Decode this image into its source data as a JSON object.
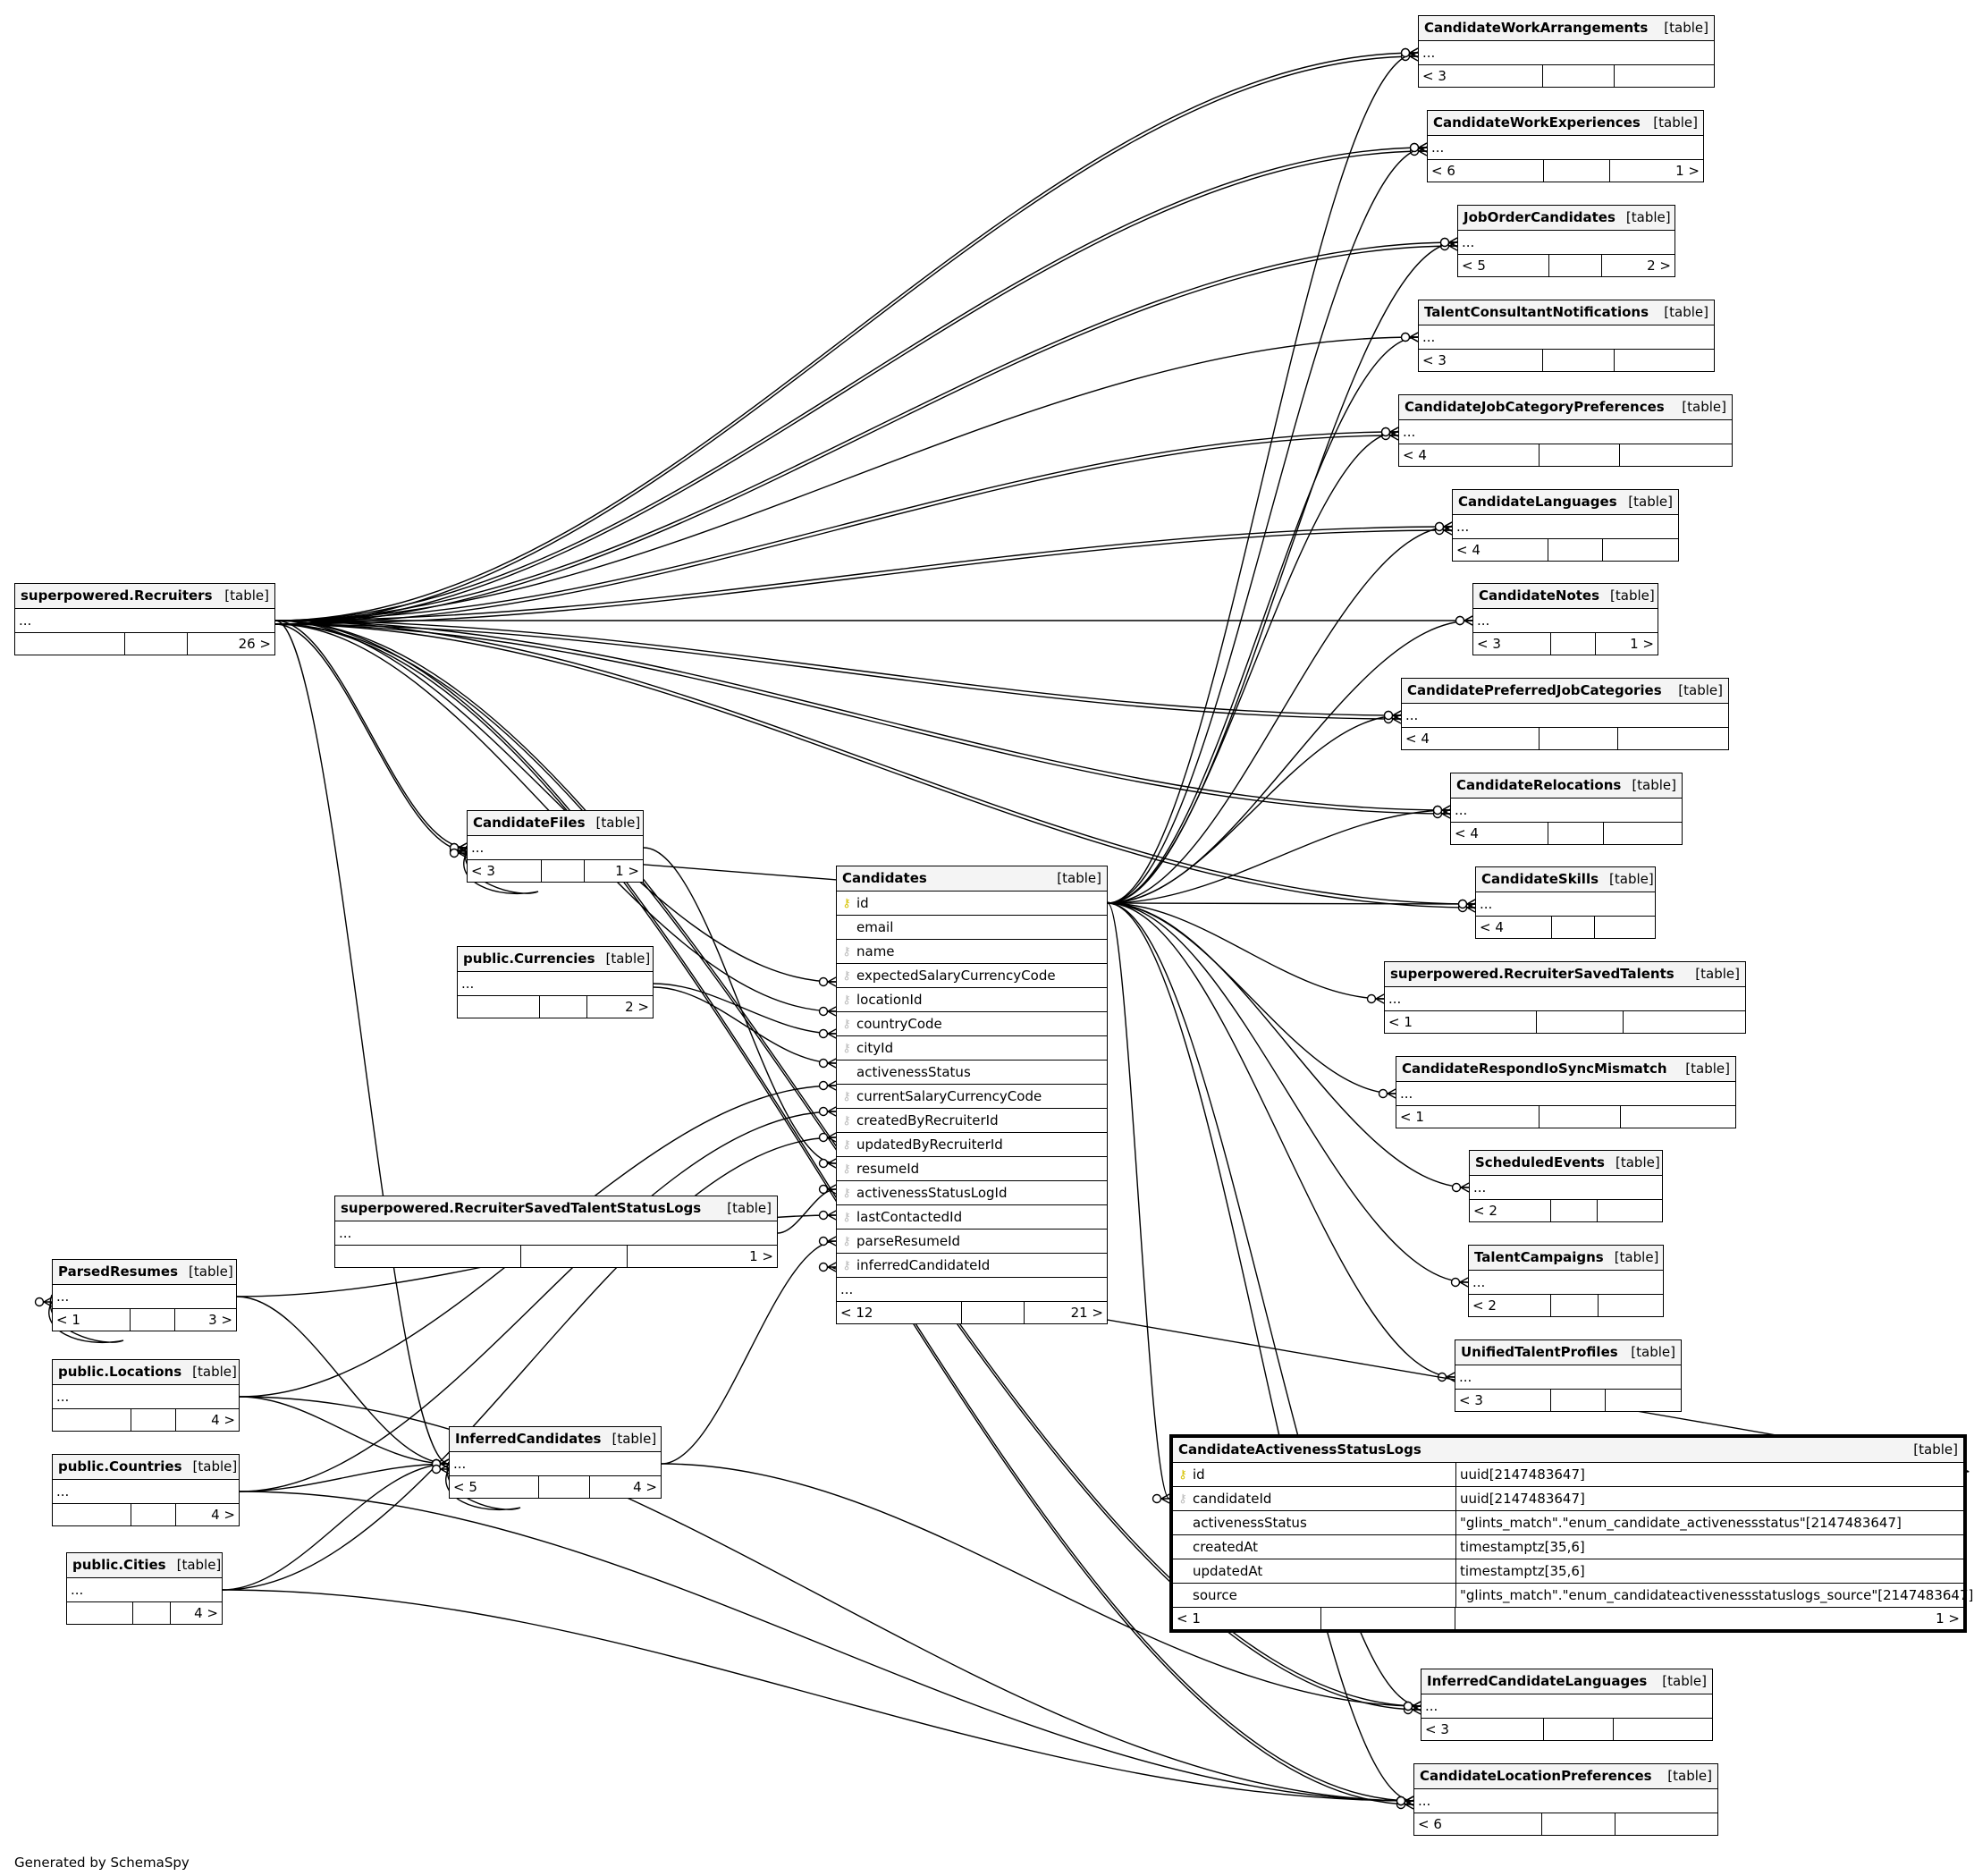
{
  "footer": "Generated by SchemaSpy",
  "tag": "[table]",
  "ellipsis": "...",
  "candidates": {
    "name": "Candidates",
    "tag": "[table]",
    "columns": [
      {
        "name": "id",
        "key": "pk"
      },
      {
        "name": "email",
        "key": ""
      },
      {
        "name": "name",
        "key": "fk"
      },
      {
        "name": "expectedSalaryCurrencyCode",
        "key": "fk"
      },
      {
        "name": "locationId",
        "key": "fk"
      },
      {
        "name": "countryCode",
        "key": "fk"
      },
      {
        "name": "cityId",
        "key": "fk"
      },
      {
        "name": "activenessStatus",
        "key": ""
      },
      {
        "name": "currentSalaryCurrencyCode",
        "key": "fk"
      },
      {
        "name": "createdByRecruiterId",
        "key": "fk"
      },
      {
        "name": "updatedByRecruiterId",
        "key": "fk"
      },
      {
        "name": "resumeId",
        "key": "fk"
      },
      {
        "name": "activenessStatusLogId",
        "key": "fk"
      },
      {
        "name": "lastContactedId",
        "key": "fk"
      },
      {
        "name": "parseResumeId",
        "key": "fk"
      },
      {
        "name": "inferredCandidateId",
        "key": "fk"
      }
    ],
    "more": "...",
    "foot_left": "< 12",
    "foot_right": "21 >"
  },
  "activeness_logs": {
    "name": "CandidateActivenessStatusLogs",
    "tag": "[table]",
    "columns": [
      {
        "name": "id",
        "key": "pk",
        "type": "uuid[2147483647]"
      },
      {
        "name": "candidateId",
        "key": "fk",
        "type": "uuid[2147483647]"
      },
      {
        "name": "activenessStatus",
        "key": "",
        "type": "\"glints_match\".\"enum_candidate_activenessstatus\"[2147483647]"
      },
      {
        "name": "createdAt",
        "key": "",
        "type": "timestamptz[35,6]"
      },
      {
        "name": "updatedAt",
        "key": "",
        "type": "timestamptz[35,6]"
      },
      {
        "name": "source",
        "key": "",
        "type": "\"glints_match\".\"enum_candidateactivenessstatuslogs_source\"[2147483647]"
      }
    ],
    "foot_left": "< 1",
    "foot_right": "1 >"
  },
  "tables": [
    {
      "id": "recruiters",
      "name": "superpowered.Recruiters",
      "foot_left": "",
      "foot_right": "26 >"
    },
    {
      "id": "files",
      "name": "CandidateFiles",
      "foot_left": "< 3",
      "foot_right": "1 >"
    },
    {
      "id": "currencies",
      "name": "public.Currencies",
      "foot_left": "",
      "foot_right": "2 >"
    },
    {
      "id": "statuslogs",
      "name": "superpowered.RecruiterSavedTalentStatusLogs",
      "foot_left": "",
      "foot_right": "1 >"
    },
    {
      "id": "parsed",
      "name": "ParsedResumes",
      "foot_left": "< 1",
      "foot_right": "3 >"
    },
    {
      "id": "locations",
      "name": "public.Locations",
      "foot_left": "",
      "foot_right": "4 >"
    },
    {
      "id": "countries",
      "name": "public.Countries",
      "foot_left": "",
      "foot_right": "4 >"
    },
    {
      "id": "cities",
      "name": "public.Cities",
      "foot_left": "",
      "foot_right": "4 >"
    },
    {
      "id": "inferred",
      "name": "InferredCandidates",
      "foot_left": "< 5",
      "foot_right": "4 >"
    },
    {
      "id": "workarr",
      "name": "CandidateWorkArrangements",
      "foot_left": "< 3",
      "foot_right": ""
    },
    {
      "id": "workexp",
      "name": "CandidateWorkExperiences",
      "foot_left": "< 6",
      "foot_right": "1 >"
    },
    {
      "id": "joborder",
      "name": "JobOrderCandidates",
      "foot_left": "< 5",
      "foot_right": "2 >"
    },
    {
      "id": "talentnotif",
      "name": "TalentConsultantNotifications",
      "foot_left": "< 3",
      "foot_right": ""
    },
    {
      "id": "jobcatpref",
      "name": "CandidateJobCategoryPreferences",
      "foot_left": "< 4",
      "foot_right": ""
    },
    {
      "id": "languages",
      "name": "CandidateLanguages",
      "foot_left": "< 4",
      "foot_right": ""
    },
    {
      "id": "notes",
      "name": "CandidateNotes",
      "foot_left": "< 3",
      "foot_right": "1 >"
    },
    {
      "id": "prefjobcat",
      "name": "CandidatePreferredJobCategories",
      "foot_left": "< 4",
      "foot_right": ""
    },
    {
      "id": "relocations",
      "name": "CandidateRelocations",
      "foot_left": "< 4",
      "foot_right": ""
    },
    {
      "id": "skills",
      "name": "CandidateSkills",
      "foot_left": "< 4",
      "foot_right": ""
    },
    {
      "id": "savedtalents",
      "name": "superpowered.RecruiterSavedTalents",
      "foot_left": "< 1",
      "foot_right": ""
    },
    {
      "id": "respondio",
      "name": "CandidateRespondIoSyncMismatch",
      "foot_left": "< 1",
      "foot_right": ""
    },
    {
      "id": "events",
      "name": "ScheduledEvents",
      "foot_left": "< 2",
      "foot_right": ""
    },
    {
      "id": "campaigns",
      "name": "TalentCampaigns",
      "foot_left": "< 2",
      "foot_right": ""
    },
    {
      "id": "unified",
      "name": "UnifiedTalentProfiles",
      "foot_left": "< 3",
      "foot_right": ""
    },
    {
      "id": "inflang",
      "name": "InferredCandidateLanguages",
      "foot_left": "< 3",
      "foot_right": ""
    },
    {
      "id": "locpref",
      "name": "CandidateLocationPreferences",
      "foot_left": "< 6",
      "foot_right": ""
    }
  ],
  "relationships": [
    {
      "from": "recruiters",
      "to": "workarr",
      "count": 2
    },
    {
      "from": "recruiters",
      "to": "workexp",
      "count": 2
    },
    {
      "from": "recruiters",
      "to": "joborder",
      "count": 2
    },
    {
      "from": "recruiters",
      "to": "talentnotif",
      "count": 1
    },
    {
      "from": "recruiters",
      "to": "jobcatpref",
      "count": 2
    },
    {
      "from": "recruiters",
      "to": "languages",
      "count": 2
    },
    {
      "from": "recruiters",
      "to": "notes",
      "count": 1
    },
    {
      "from": "recruiters",
      "to": "prefjobcat",
      "count": 2
    },
    {
      "from": "recruiters",
      "to": "relocations",
      "count": 2
    },
    {
      "from": "recruiters",
      "to": "skills",
      "count": 2
    },
    {
      "from": "recruiters",
      "to": "files",
      "count": 2
    },
    {
      "from": "recruiters",
      "to": "candidates",
      "count": 2
    },
    {
      "from": "recruiters",
      "to": "inflang",
      "count": 2
    },
    {
      "from": "recruiters",
      "to": "locpref",
      "count": 2
    },
    {
      "from": "recruiters",
      "to": "inferred",
      "count": 1
    },
    {
      "from": "candidates",
      "to": "workarr",
      "count": 1
    },
    {
      "from": "candidates",
      "to": "workexp",
      "count": 1
    },
    {
      "from": "candidates",
      "to": "joborder",
      "count": 1
    },
    {
      "from": "candidates",
      "to": "talentnotif",
      "count": 1
    },
    {
      "from": "candidates",
      "to": "jobcatpref",
      "count": 1
    },
    {
      "from": "candidates",
      "to": "languages",
      "count": 1
    },
    {
      "from": "candidates",
      "to": "notes",
      "count": 1
    },
    {
      "from": "candidates",
      "to": "prefjobcat",
      "count": 1
    },
    {
      "from": "candidates",
      "to": "relocations",
      "count": 1
    },
    {
      "from": "candidates",
      "to": "skills",
      "count": 1
    },
    {
      "from": "candidates",
      "to": "savedtalents",
      "count": 1
    },
    {
      "from": "candidates",
      "to": "respondio",
      "count": 1
    },
    {
      "from": "candidates",
      "to": "events",
      "count": 1
    },
    {
      "from": "candidates",
      "to": "campaigns",
      "count": 1
    },
    {
      "from": "candidates",
      "to": "unified",
      "count": 1
    },
    {
      "from": "candidates",
      "to": "activeness_logs",
      "count": 1
    },
    {
      "from": "candidates",
      "to": "inflang",
      "count": 1
    },
    {
      "from": "candidates",
      "to": "locpref",
      "count": 1
    },
    {
      "from": "candidates",
      "to": "files",
      "count": 1
    },
    {
      "from": "currencies",
      "to": "candidates",
      "count": 2
    },
    {
      "from": "locations",
      "to": "candidates",
      "count": 1
    },
    {
      "from": "countries",
      "to": "candidates",
      "count": 1
    },
    {
      "from": "cities",
      "to": "candidates",
      "count": 1
    },
    {
      "from": "files",
      "to": "candidates",
      "count": 1
    },
    {
      "from": "statuslogs",
      "to": "candidates",
      "count": 1
    },
    {
      "from": "parsed",
      "to": "candidates",
      "count": 1
    },
    {
      "from": "inferred",
      "to": "candidates",
      "count": 1
    },
    {
      "from": "activeness_logs",
      "to": "candidates",
      "count": 1
    },
    {
      "from": "locations",
      "to": "inferred",
      "count": 1
    },
    {
      "from": "countries",
      "to": "inferred",
      "count": 1
    },
    {
      "from": "cities",
      "to": "inferred",
      "count": 1
    },
    {
      "from": "parsed",
      "to": "inferred",
      "count": 1
    },
    {
      "from": "inferred",
      "to": "inflang",
      "count": 1
    },
    {
      "from": "locations",
      "to": "locpref",
      "count": 1
    },
    {
      "from": "countries",
      "to": "locpref",
      "count": 1
    },
    {
      "from": "cities",
      "to": "locpref",
      "count": 1
    },
    {
      "from": "parsed",
      "to": "parsed",
      "count": 1
    },
    {
      "from": "inferred",
      "to": "inferred",
      "count": 1
    },
    {
      "from": "files",
      "to": "files",
      "count": 1
    }
  ]
}
